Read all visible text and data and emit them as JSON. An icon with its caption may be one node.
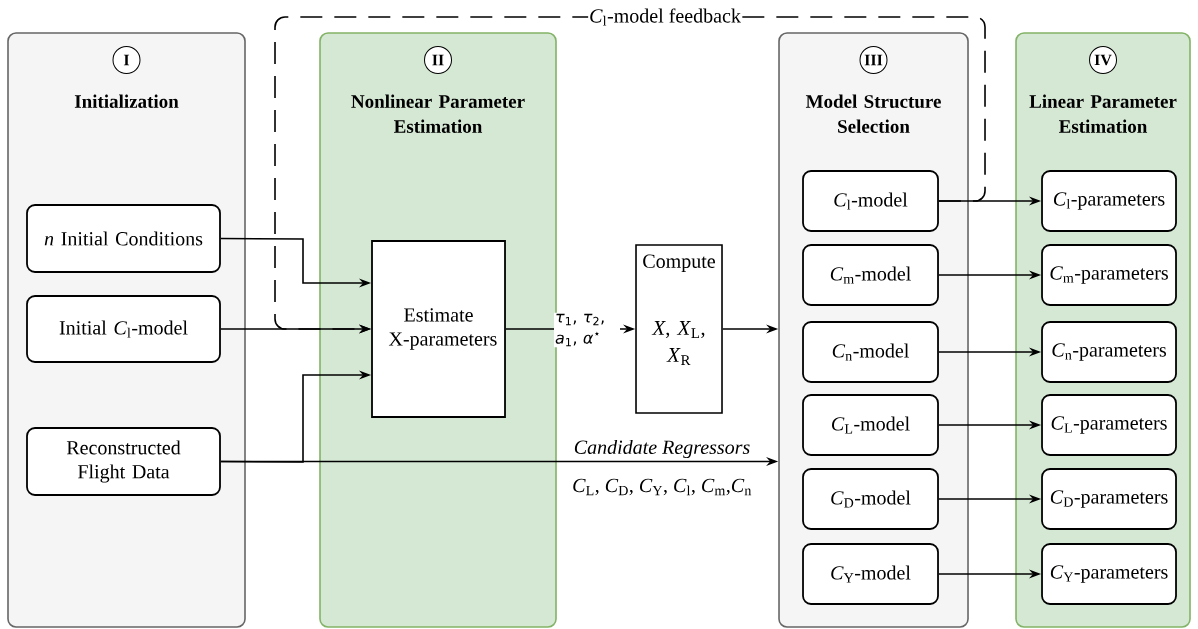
{
  "diagram": {
    "nodes": [
      {
        "text": [
          "I",
          "Initialization"
        ]
      },
      {
        "text": [
          "*n* Initial Conditions"
        ],
        "in": 0
      },
      {
        "text": [
          "Initial *C*$_{l}$-model"
        ],
        "in": 0
      },
      {
        "text": [
          "Reconstructed Flight Data"
        ],
        "in": 0
      },
      {
        "text": [
          "II",
          "Nonlinear Parameter Estimation"
        ]
      },
      {
        "text": [
          "Estimate X-parameters"
        ],
        "in": 4
      },
      {
        "text": [
          "Compute",
          "*X*, *X*$_{L}$, *X*$_{R}$"
        ]
      },
      {
        "text": [
          "III",
          "Model Structure Selection"
        ]
      },
      {
        "text": [
          "*C*$_{l}$-model"
        ],
        "in": 7
      },
      {
        "text": [
          "*C*$_{m}$-model"
        ],
        "in": 7
      },
      {
        "text": [
          "*C*$_{n}$-model"
        ],
        "in": 7
      },
      {
        "text": [
          "*C*$_{L}$-model"
        ],
        "in": 7
      },
      {
        "text": [
          "*C*$_{D}$-model"
        ],
        "in": 7
      },
      {
        "text": [
          "*C*$_{Y}$-model"
        ],
        "in": 7
      },
      {
        "text": [
          "IV",
          "Linear Parameter Estimation"
        ]
      },
      {
        "text": [
          "*C*$_{l}$-parameters"
        ],
        "in": 14
      },
      {
        "text": [
          "*C*$_{m}$-parameters"
        ],
        "in": 14
      },
      {
        "text": [
          "*C*$_{n}$-parameters"
        ],
        "in": 14
      },
      {
        "text": [
          "*C*$_{L}$-parameters"
        ],
        "in": 14
      },
      {
        "text": [
          "*C*$_{D}$-parameters"
        ],
        "in": 14
      },
      {
        "text": [
          "*C*$_{Y}$-parameters"
        ],
        "in": 14
      }
    ],
    "edges": [
      {
        "from": 1,
        "to": 5,
        "arrow": "to"
      },
      {
        "from": 2,
        "to": 5,
        "arrow": "to"
      },
      {
        "from": 3,
        "to": 5,
        "arrow": "to"
      },
      {
        "from": 3,
        "to": 7,
        "arrow": "to",
        "label": "*Candidate Regressors*"
      },
      {
        "from": 5,
        "to": 6,
        "arrow": "to",
        "label": "*τ*$_{1}$, *τ*$_{2}$, *a*$_{1}$, *α*$^{⋆}$"
      },
      {
        "from": 6,
        "to": 7,
        "arrow": "to"
      },
      {
        "from": 8,
        "to": 5,
        "arrow": "to",
        "style": "dashed",
        "label": "*C*$_{l}$-model feedback"
      },
      {
        "from": 8,
        "to": 15,
        "arrow": "to"
      },
      {
        "from": 9,
        "to": 16,
        "arrow": "to"
      },
      {
        "from": 10,
        "to": 17,
        "arrow": "to"
      },
      {
        "from": 11,
        "to": 18,
        "arrow": "to"
      },
      {
        "from": 12,
        "to": 19,
        "arrow": "to"
      },
      {
        "from": 13,
        "to": 20,
        "arrow": "to"
      }
    ],
    "labels": [
      "*C*$_{L}$, *C*$_{D}$, *C*$_{Y}$, *C*$_{l}$, *C*$_{m}$,*C*$_{n}$"
    ]
  }
}
